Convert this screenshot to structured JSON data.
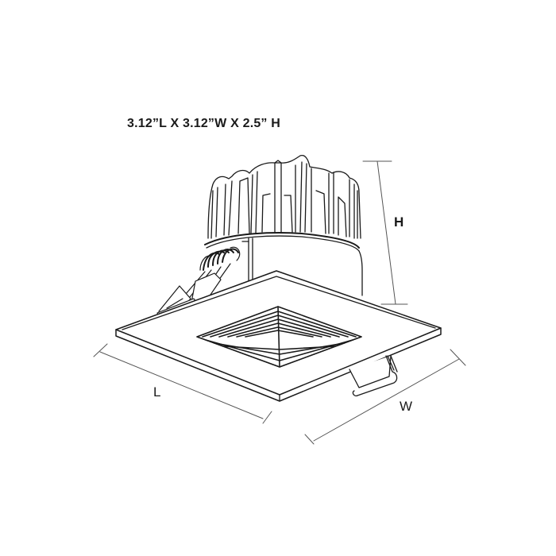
{
  "diagram": {
    "subject": "Square recessed LED downlight with pyramid baffle trim",
    "dimensions_text": "3.12”L X 3.12”W X 2.5” H",
    "labels": {
      "height": "H",
      "length": "L",
      "width": "W"
    },
    "dimensions": {
      "length_in": 3.12,
      "width_in": 3.12,
      "height_in": 2.5
    },
    "components": [
      "heat-sink housing",
      "cylindrical body",
      "square trim plate",
      "stepped pyramid baffle",
      "wire leads with connector",
      "mounting spring clip"
    ],
    "colors": {
      "line": "#1a1a1a",
      "dimension_line": "#555555",
      "background": "#ffffff"
    }
  }
}
